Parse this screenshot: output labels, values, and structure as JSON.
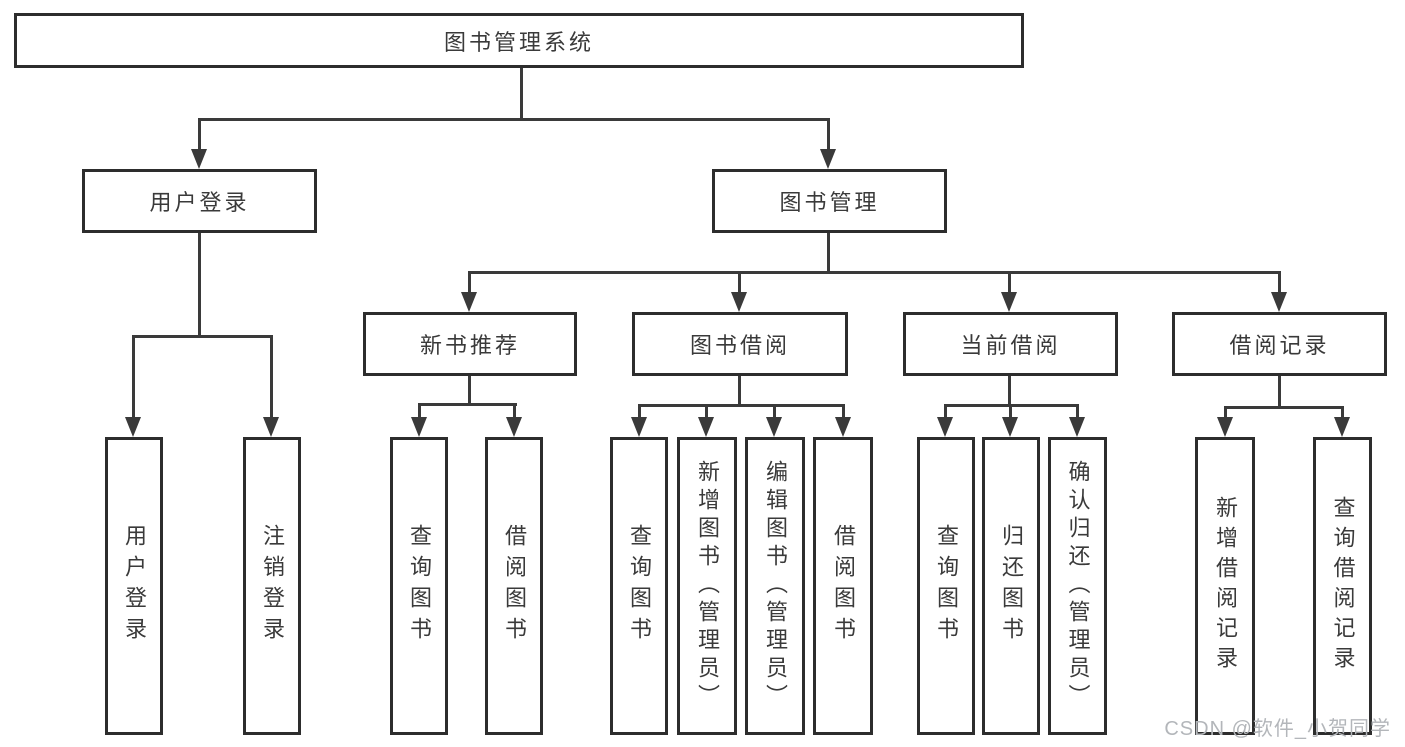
{
  "diagram_title": "图书管理系统",
  "tree": {
    "label": "图书管理系统",
    "children": [
      {
        "label": "用户登录",
        "children": [
          {
            "label": "用户登录"
          },
          {
            "label": "注销登录"
          }
        ]
      },
      {
        "label": "图书管理",
        "children": [
          {
            "label": "新书推荐",
            "children": [
              {
                "label": "查询图书"
              },
              {
                "label": "借阅图书"
              }
            ]
          },
          {
            "label": "图书借阅",
            "children": [
              {
                "label": "查询图书"
              },
              {
                "label": "新增图书（管理员）"
              },
              {
                "label": "编辑图书（管理员）"
              },
              {
                "label": "借阅图书"
              }
            ]
          },
          {
            "label": "当前借阅",
            "children": [
              {
                "label": "查询图书"
              },
              {
                "label": "归还图书"
              },
              {
                "label": "确认归还（管理员）"
              }
            ]
          },
          {
            "label": "借阅记录",
            "children": [
              {
                "label": "新增借阅记录"
              },
              {
                "label": "查询借阅记录"
              }
            ]
          }
        ]
      }
    ]
  },
  "watermark": "CSDN @软件_小贺同学",
  "colors": {
    "background": "#ffffff",
    "box_border": "#2d2d2d",
    "connector_line": "#3a3a3a",
    "text": "#3a3a3a",
    "watermark": "#b3b6ba"
  }
}
